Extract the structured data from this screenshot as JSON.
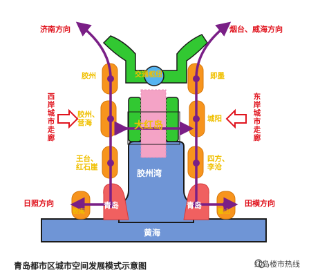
{
  "directions": {
    "jinan": "济南方向",
    "yantai_weihai": "烟台、威海方向",
    "rizhao": "日照方向",
    "tianheng": "田横方向"
  },
  "corridors": {
    "west": "西岸城市走廊",
    "east": "东岸城市走廊"
  },
  "places": {
    "jiaozhou": "胶州",
    "jimo": "即墨",
    "jiaozhou_yinghai": "胶州、营海",
    "chengyang": "城阳",
    "wanghe_hongshiya": "王台、红石崖",
    "sifang_licang": "四方、李沧",
    "jiaozhou_bay": "胶州湾",
    "qingdao_west": "青岛",
    "qingdao_east": "青岛",
    "yellow_sea": "黄海",
    "hub": "交通枢纽",
    "center": "大红岛",
    "jiaonan": "胶南",
    "aoshan": "鳌山"
  },
  "caption": "青岛都市区城市空间发展模式示意图",
  "watermark": "红岛楼市热线",
  "colors": {
    "purple": "#7a1f86",
    "orange": "#f7941d",
    "green": "#32c832",
    "blue": "#6f95d6",
    "pink": "#f4a3c5",
    "red": "#e0141e",
    "yellow": "#f0c000"
  }
}
